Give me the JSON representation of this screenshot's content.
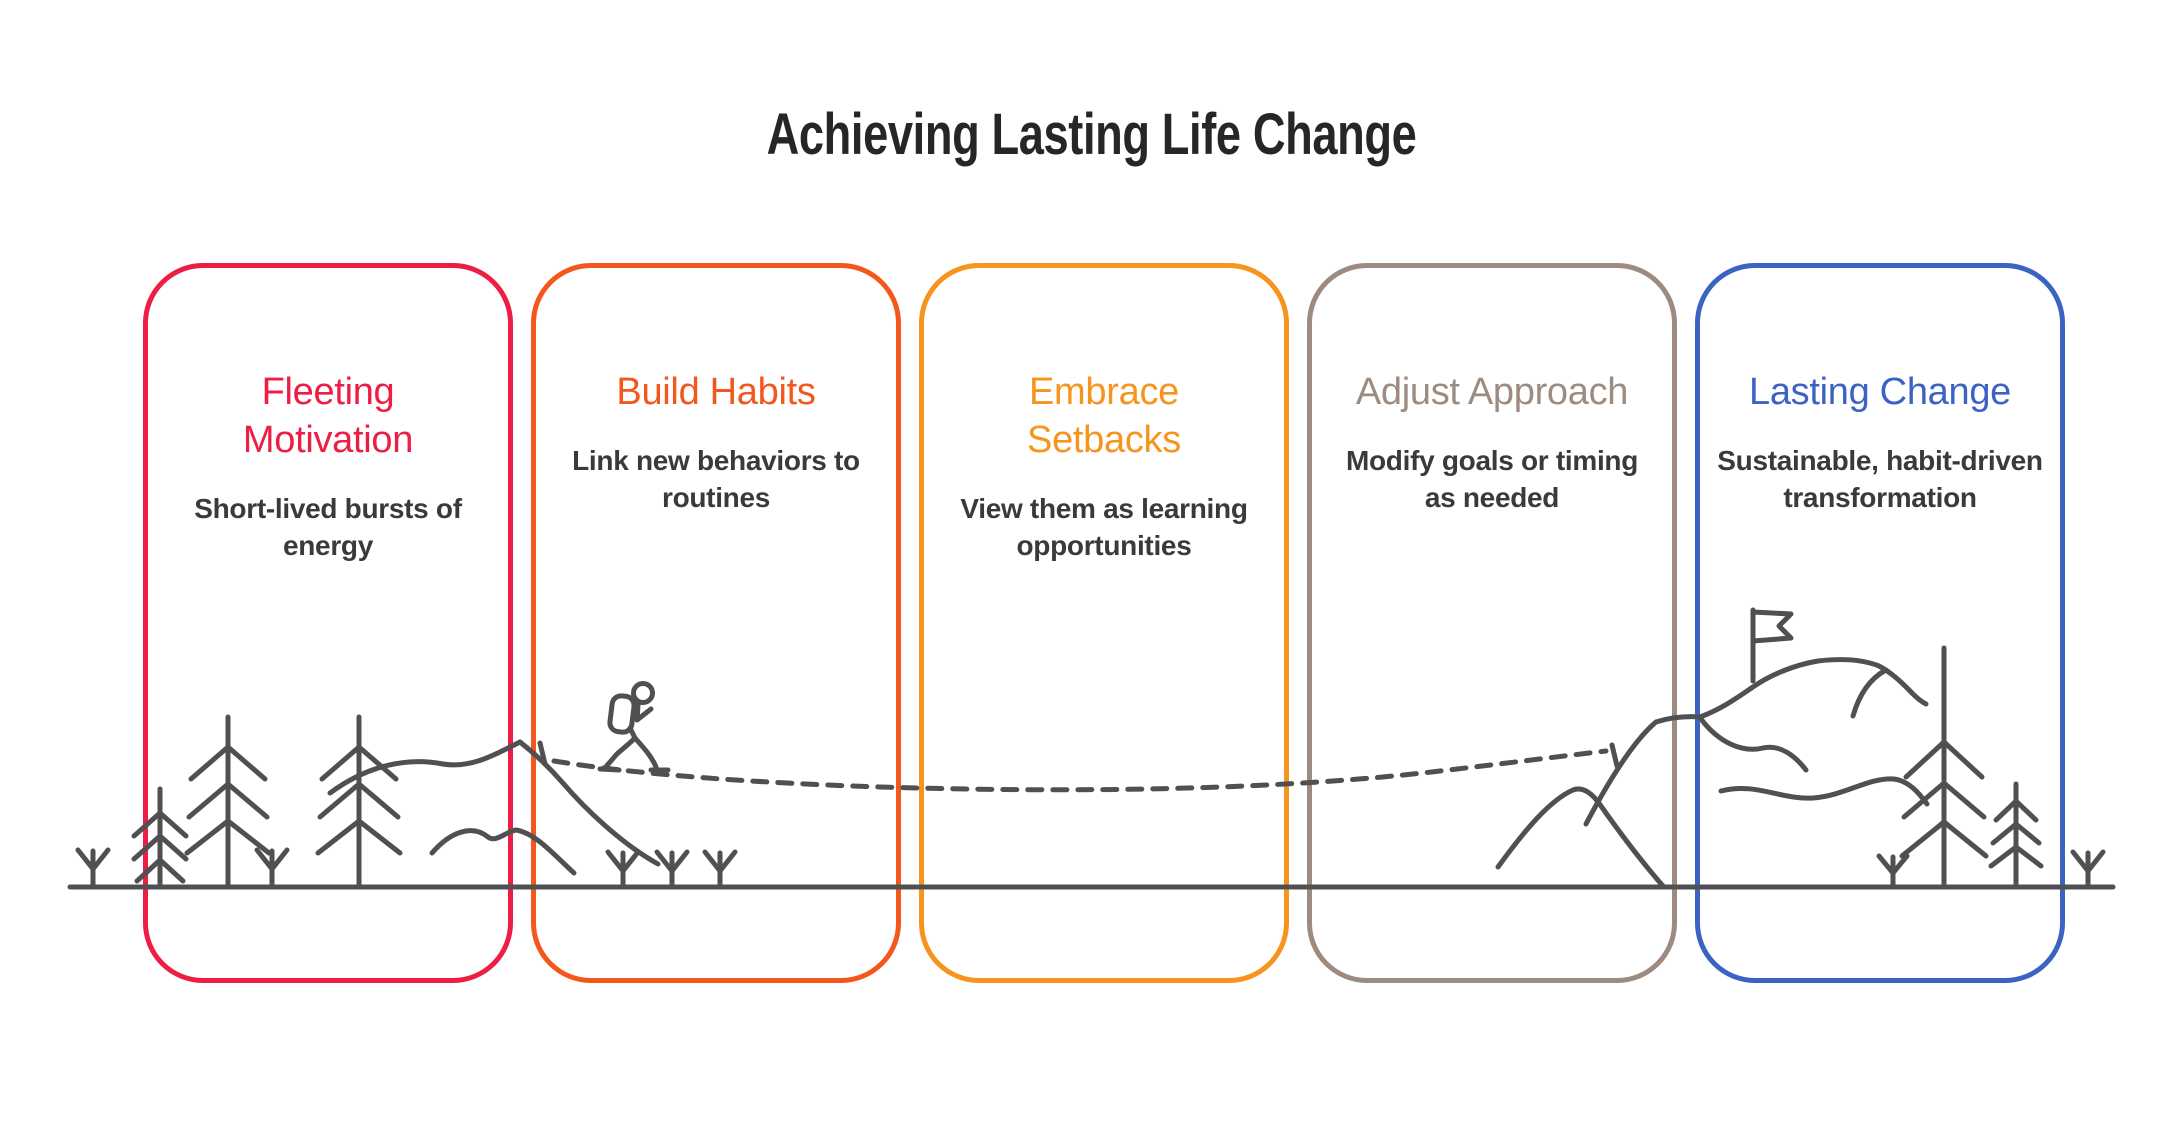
{
  "title": "Achieving Lasting Life Change",
  "cards": [
    {
      "id": "fleeting-motivation",
      "heading": "Fleeting Motivation",
      "body": "Short-lived bursts of energy",
      "color": "#EC1E43"
    },
    {
      "id": "build-habits",
      "heading": "Build Habits",
      "body": "Link new behaviors to routines",
      "color": "#F4571C"
    },
    {
      "id": "embrace-setbacks",
      "heading": "Embrace Setbacks",
      "body": "View them as learning opportunities",
      "color": "#F6941D"
    },
    {
      "id": "adjust-approach",
      "heading": "Adjust Approach",
      "body": "Modify goals or timing as needed",
      "color": "#9D8B7F"
    },
    {
      "id": "lasting-change",
      "heading": "Lasting Change",
      "body": "Sustainable, habit-driven transformation",
      "color": "#3C63C3"
    }
  ],
  "text_colors": {
    "title": "#262626",
    "body": "#3A3A3C"
  },
  "illustration": {
    "stroke_color": "#505052",
    "icons": [
      "ground-line",
      "pine-tree-icon",
      "shrub-icon",
      "hill-icon",
      "mountain-icon",
      "hiker-icon",
      "dashed-trail",
      "summit-flag-icon"
    ]
  }
}
